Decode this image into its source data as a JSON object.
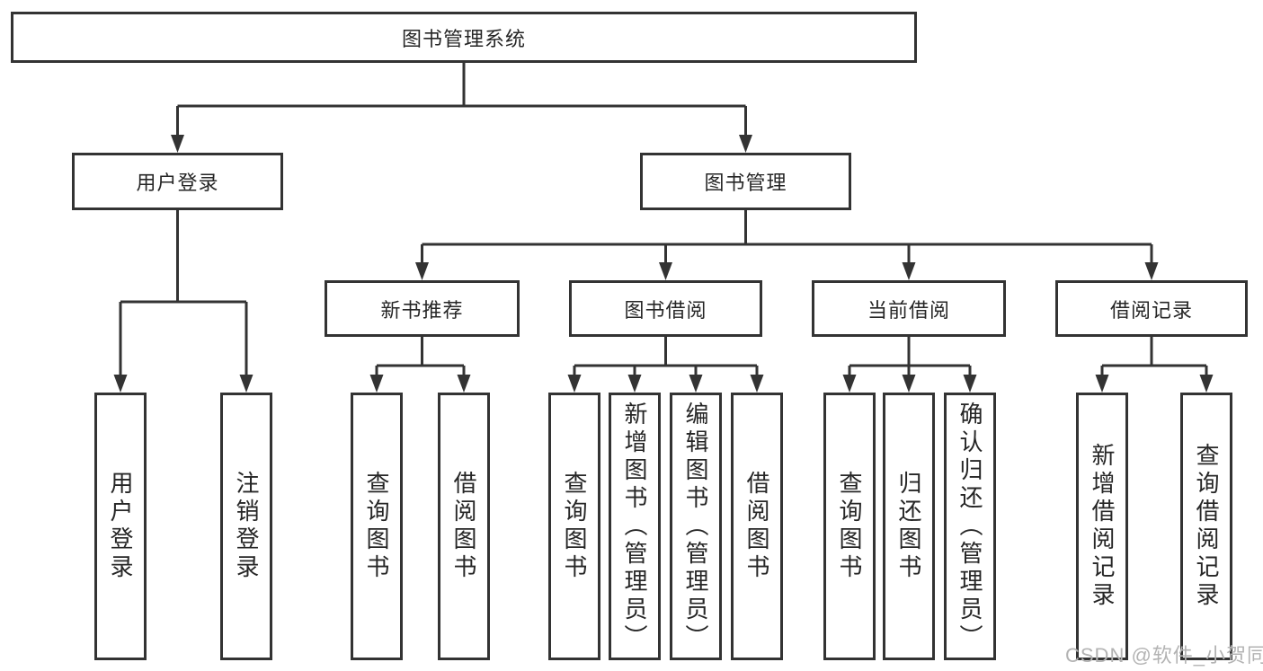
{
  "diagram_title": "图书管理系统",
  "tree": {
    "root": "图书管理系统",
    "branches": [
      {
        "label": "用户登录",
        "children": [
          "用户登录",
          "注销登录"
        ]
      },
      {
        "label": "图书管理",
        "children": [
          {
            "label": "新书推荐",
            "children": [
              "查询图书",
              "借阅图书"
            ]
          },
          {
            "label": "图书借阅",
            "children": [
              "查询图书",
              "新增图书（管理员）",
              "编辑图书（管理员）",
              "借阅图书"
            ]
          },
          {
            "label": "当前借阅",
            "children": [
              "查询图书",
              "归还图书",
              "确认归还（管理员）"
            ]
          },
          {
            "label": "借阅记录",
            "children": [
              "新增借阅记录",
              "查询借阅记录"
            ]
          }
        ]
      }
    ]
  },
  "watermark": "CSDN @软件_小贺同学",
  "colors": {
    "line": "#333333",
    "text": "#262626",
    "watermark": "#b3b3b3",
    "background": "#ffffff"
  }
}
